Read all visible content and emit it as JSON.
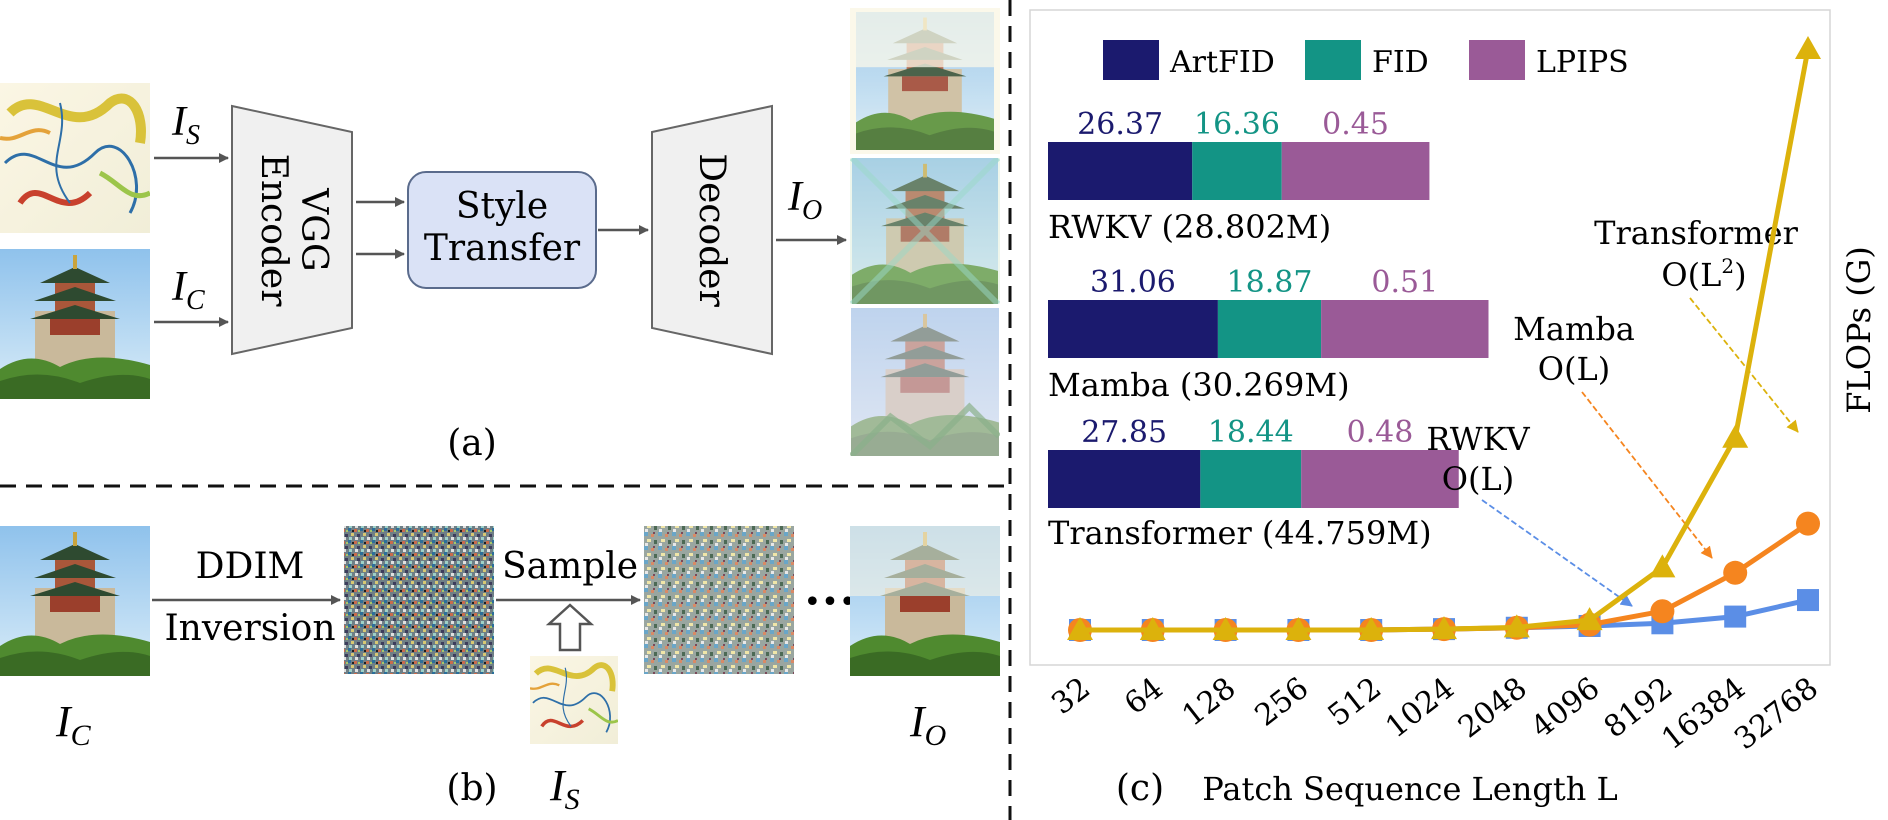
{
  "panel_a": {
    "caption": "(a)",
    "style_input": {
      "base": "I",
      "sub": "S"
    },
    "content_input": {
      "base": "I",
      "sub": "C"
    },
    "output": {
      "base": "I",
      "sub": "O"
    },
    "encoder_line1": "VGG",
    "encoder_line2": "Encoder",
    "style_transfer_line1": "Style",
    "style_transfer_line2": "Transfer",
    "decoder": "Decoder"
  },
  "panel_b": {
    "caption": "(b)",
    "inversion_line1": "DDIM",
    "inversion_line2": "Inversion",
    "sample": "Sample",
    "ellipsis": "•••",
    "content_label": {
      "base": "I",
      "sub": "C"
    },
    "style_label": {
      "base": "I",
      "sub": "S"
    },
    "output_label": {
      "base": "I",
      "sub": "O"
    }
  },
  "panel_c": {
    "caption": "(c)",
    "xlabel": "Patch Sequence Length L",
    "ylabel": "FLOPs (G)",
    "legend": [
      {
        "name": "ArtFID",
        "color": "#1b1a6e"
      },
      {
        "name": "FID",
        "color": "#139485"
      },
      {
        "name": "LPIPS",
        "color": "#9a5a97"
      }
    ],
    "metric_bars": [
      {
        "label": "RWKV (28.802M)",
        "artfid": "26.37",
        "fid": "16.36",
        "lpips": "0.45"
      },
      {
        "label": "Mamba (30.269M)",
        "artfid": "31.06",
        "fid": "18.87",
        "lpips": "0.51"
      },
      {
        "label": "Transformer (44.759M)",
        "artfid": "27.85",
        "fid": "18.44",
        "lpips": "0.48"
      }
    ],
    "annotations": {
      "transformer_line1": "Transformer",
      "transformer_line2": "O(L",
      "transformer_sup": "2",
      "transformer_close": ")",
      "mamba_line1": "Mamba",
      "mamba_line2": "O(L)",
      "rwkv_line1": "RWKV",
      "rwkv_line2": "O(L)"
    }
  },
  "chart_data": {
    "type": "line",
    "x": [
      "32",
      "64",
      "128",
      "256",
      "512",
      "1024",
      "2048",
      "4096",
      "8192",
      "16384",
      "32768"
    ],
    "xlabel": "Patch Sequence Length L",
    "ylabel": "FLOPs (G)",
    "series": [
      {
        "name": "RWKV",
        "color": "#5b8ee6",
        "marker": "square",
        "values": [
          0,
          0,
          0,
          0,
          0,
          0.2,
          0.5,
          0.9,
          1.5,
          3.0,
          6.7
        ]
      },
      {
        "name": "Mamba",
        "color": "#f5851f",
        "marker": "circle",
        "values": [
          0,
          0,
          0,
          0,
          0,
          0.2,
          0.5,
          1.2,
          4.2,
          12.8,
          23.8
        ]
      },
      {
        "name": "Transformer",
        "color": "#dcb20c",
        "marker": "triangle",
        "values": [
          0,
          0,
          0,
          0,
          0,
          0.2,
          0.6,
          2.2,
          14.0,
          43.0,
          130.0
        ]
      }
    ],
    "ylim": [
      0,
      132
    ],
    "grid": false,
    "metric_bars": {
      "type": "bar",
      "stacked": true,
      "orientation": "horizontal",
      "categories": [
        "RWKV (28.802M)",
        "Mamba (30.269M)",
        "Transformer (44.759M)"
      ],
      "series": [
        {
          "name": "ArtFID",
          "values": [
            26.37,
            31.06,
            27.85
          ]
        },
        {
          "name": "FID",
          "values": [
            16.36,
            18.87,
            18.44
          ]
        },
        {
          "name": "LPIPS",
          "values": [
            0.45,
            0.51,
            0.48
          ]
        }
      ]
    }
  }
}
